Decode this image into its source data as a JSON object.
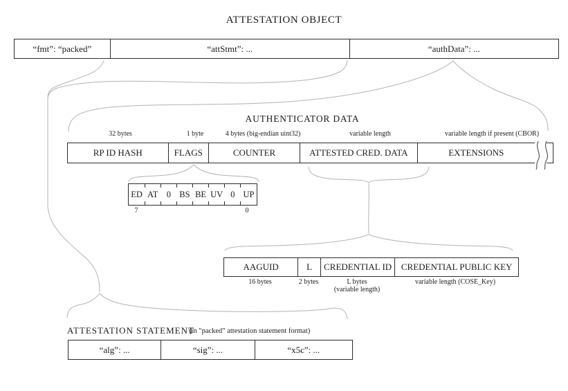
{
  "title": "ATTESTATION OBJECT",
  "attestation_object": {
    "fmt": "“fmt”: “packed”",
    "att_stmt": "“attStmt”: ...",
    "auth_data": "“authData”: ..."
  },
  "authenticator_data": {
    "heading": "AUTHENTICATOR DATA",
    "fields": [
      {
        "label": "RP ID HASH",
        "size": "32 bytes"
      },
      {
        "label": "FLAGS",
        "size": "1 byte"
      },
      {
        "label": "COUNTER",
        "size": "4 bytes (big-endian uint32)"
      },
      {
        "label": "ATTESTED CRED. DATA",
        "size": "variable length"
      },
      {
        "label": "EXTENSIONS",
        "size": "variable length if present (CBOR)"
      }
    ]
  },
  "flags_bits": {
    "bits": [
      "ED",
      "AT",
      "0",
      "BS",
      "BE",
      "UV",
      "0",
      "UP"
    ],
    "msb": "7",
    "lsb": "0"
  },
  "attested_credential_data": {
    "fields": [
      {
        "label": "AAGUID",
        "size": "16 bytes"
      },
      {
        "label": "L",
        "size": "2 bytes"
      },
      {
        "label": "CREDENTIAL ID",
        "size": "L bytes",
        "size2": "(variable length)"
      },
      {
        "label": "CREDENTIAL PUBLIC KEY",
        "size": "variable length (COSE_Key)"
      }
    ]
  },
  "attestation_statement": {
    "heading": "ATTESTATION STATEMENT",
    "note": "(in \"packed\" attestation statement format)",
    "fields": [
      {
        "label": "“alg”: ..."
      },
      {
        "label": "“sig”: ..."
      },
      {
        "label": "“x5c”: ..."
      }
    ]
  }
}
